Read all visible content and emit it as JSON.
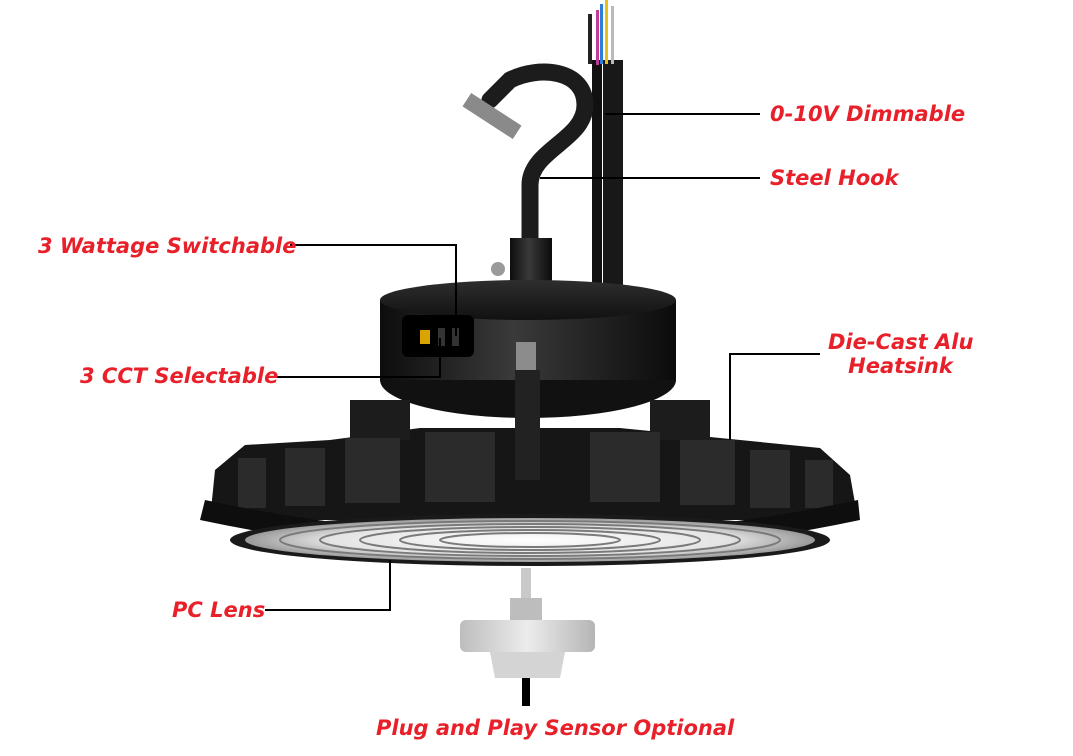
{
  "colors": {
    "label_text": "#e8202a",
    "leader_line": "#000000",
    "housing": "#1a1a1a"
  },
  "callouts": {
    "dimmable": "0-10V Dimmable",
    "hook": "Steel Hook",
    "wattage": "3 Wattage Switchable",
    "cct": "3 CCT Selectable",
    "heatsink_line1": "Die-Cast Alu",
    "heatsink_line2": "Heatsink",
    "lens": "PC Lens",
    "sensor": "Plug and Play Sensor Optional"
  }
}
